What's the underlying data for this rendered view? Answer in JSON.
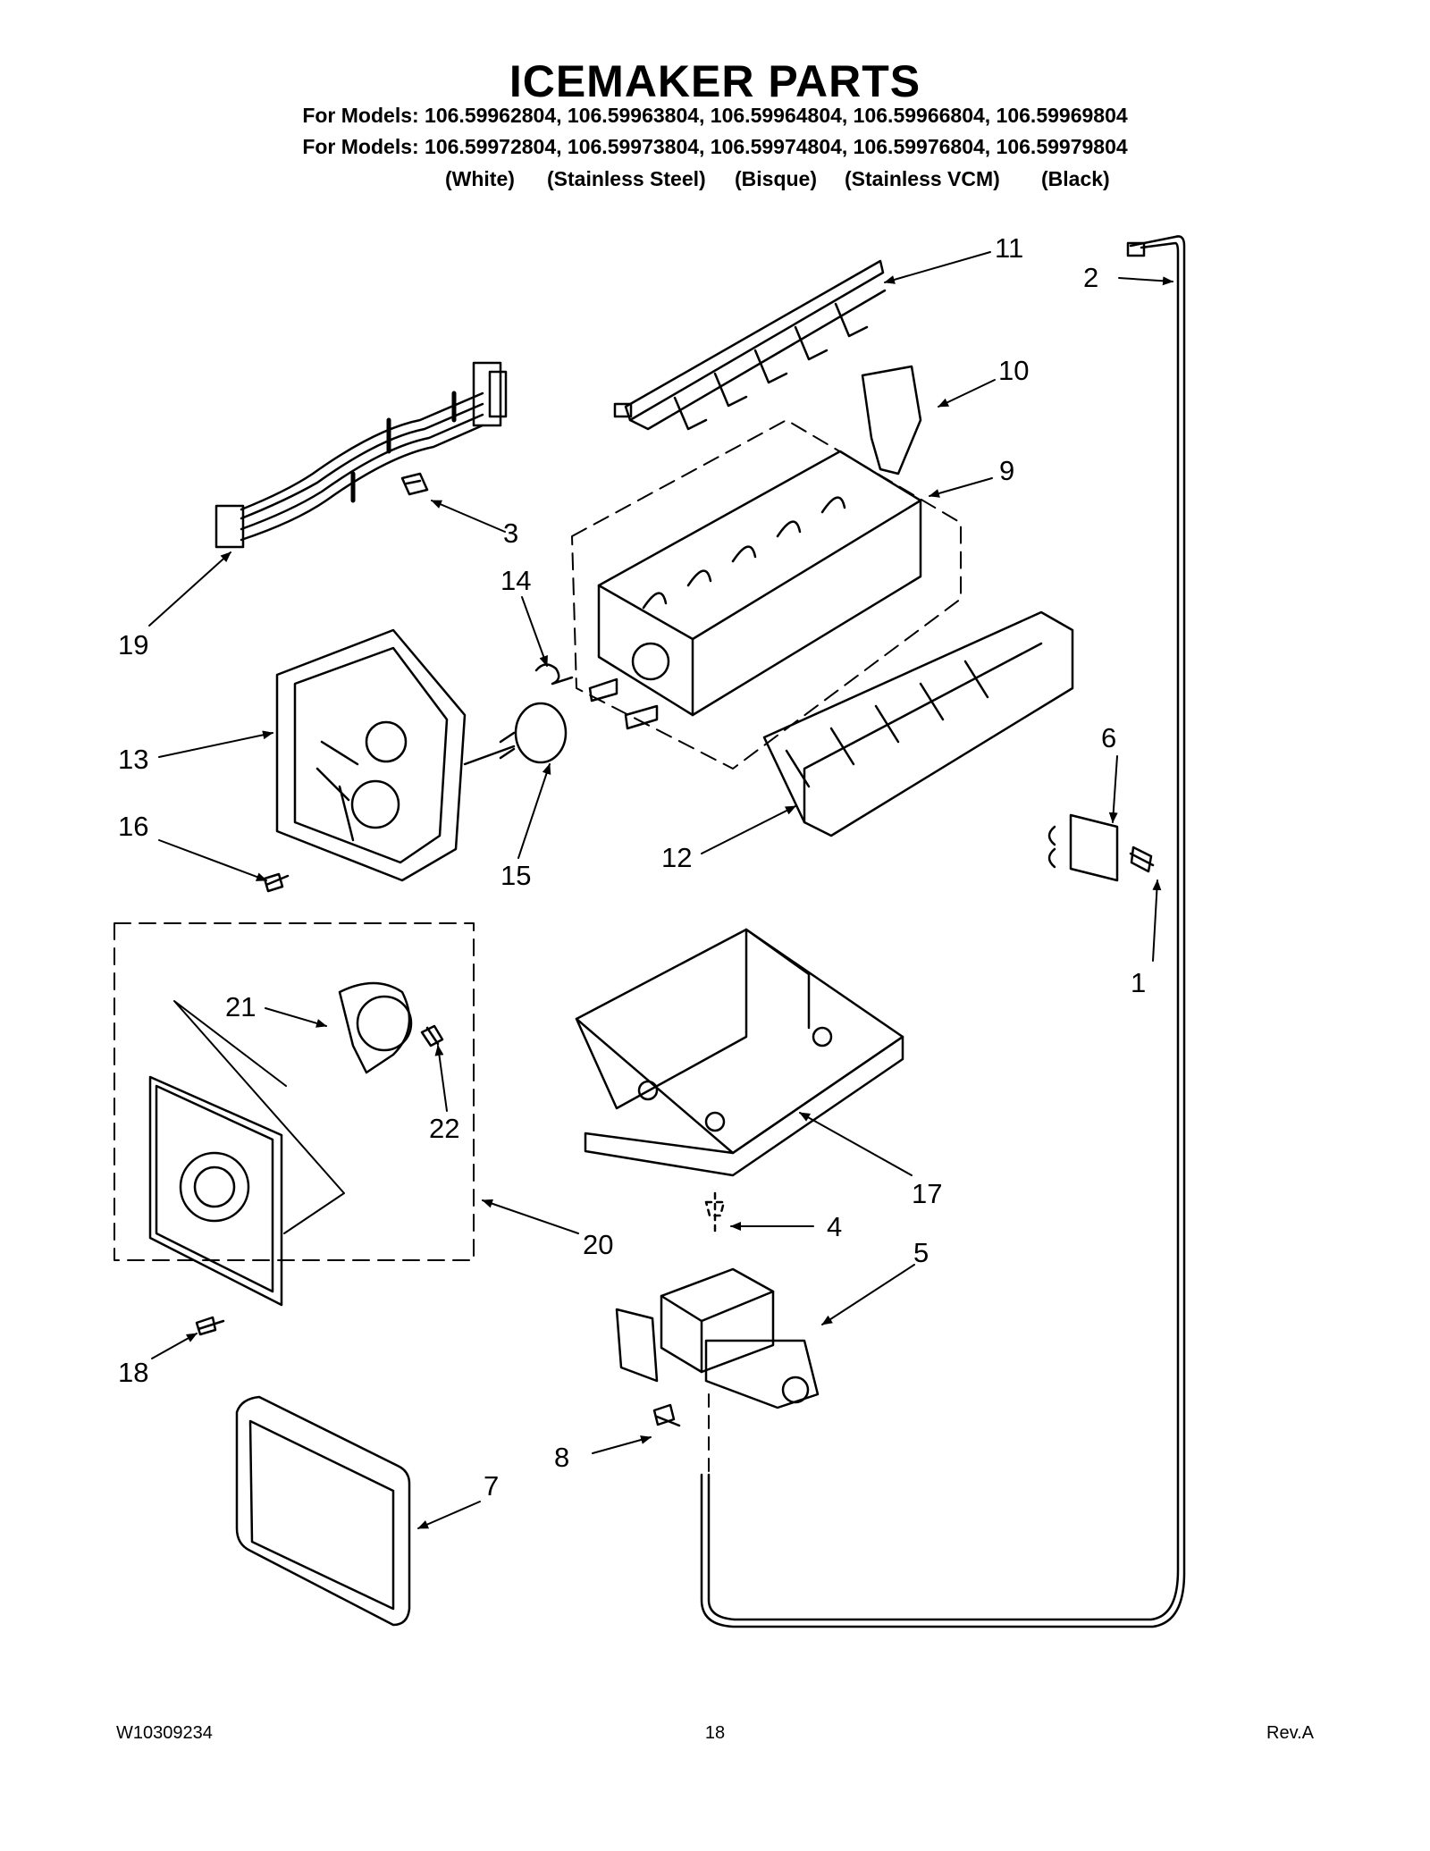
{
  "title": "ICEMAKER PARTS",
  "models_line_1": "For Models: 106.59962804, 106.59963804, 106.59964804, 106.59966804, 106.59969804",
  "models_line_2": "For Models: 106.59972804, 106.59973804, 106.59974804, 106.59976804, 106.59979804",
  "colors": [
    "(White)",
    "(Stainless Steel)",
    "(Bisque)",
    "(Stainless VCM)",
    "(Black)"
  ],
  "callouts": [
    "1",
    "2",
    "3",
    "4",
    "5",
    "6",
    "7",
    "8",
    "9",
    "10",
    "11",
    "12",
    "13",
    "14",
    "15",
    "16",
    "17",
    "18",
    "19",
    "20",
    "21",
    "22"
  ],
  "footer": {
    "doc_number": "W10309234",
    "page": "18",
    "revision": "Rev.A"
  }
}
